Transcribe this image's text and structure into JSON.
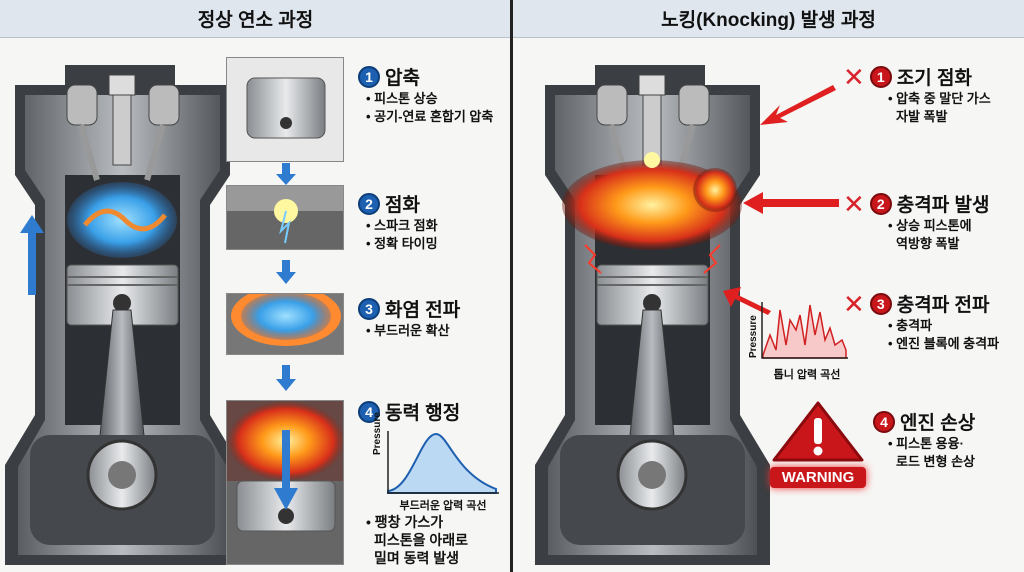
{
  "left": {
    "header": "정상 연소 과정",
    "steps": [
      {
        "num": "1",
        "title": "압축",
        "bullets": [
          "• 피스톤 상승",
          "• 공기-연료 혼합기 압축"
        ]
      },
      {
        "num": "2",
        "title": "점화",
        "bullets": [
          "• 스파크 점화",
          "• 정확 타이밍"
        ]
      },
      {
        "num": "3",
        "title": "화염 전파",
        "bullets": [
          "• 부드러운 확산"
        ]
      },
      {
        "num": "4",
        "title": "동력 행정",
        "bullets": [
          "• 팽창 가스가",
          "피스톤을 아래로",
          "밀며 동력 발생"
        ]
      }
    ],
    "chart": {
      "ylabel": "Pressure",
      "caption": "부드러운 압력 곡선"
    }
  },
  "right": {
    "header": "노킹(Knocking) 발생 과정",
    "steps": [
      {
        "num": "1",
        "title": "조기 점화",
        "bullets": [
          "• 압축 중 말단 가스",
          "자발 폭발"
        ]
      },
      {
        "num": "2",
        "title": "충격파 발생",
        "bullets": [
          "• 상승 피스톤에",
          "역방향 폭발"
        ]
      },
      {
        "num": "3",
        "title": "충격파 전파",
        "bullets": [
          "• 충격파",
          "• 엔진 블록에 충격파"
        ]
      },
      {
        "num": "4",
        "title": "엔진 손상",
        "bullets": [
          "• 피스톤 용융·",
          "로드 변형 손상"
        ]
      }
    ],
    "chart": {
      "ylabel": "Pressure",
      "caption": "톱니 압력 곡선"
    },
    "warning": "WARNING"
  },
  "colors": {
    "blue": "#1d5fb0",
    "red": "#c8161b",
    "header_bg": "#dfe6ee"
  }
}
